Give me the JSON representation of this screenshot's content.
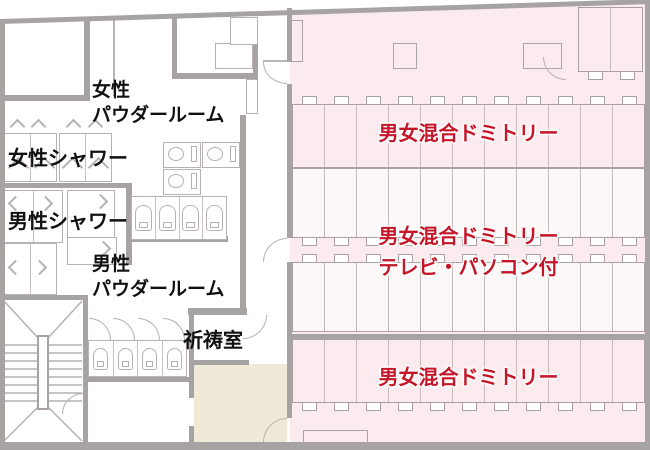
{
  "floor_plan": {
    "labels": {
      "womens_powder_room": "女性\nパウダールーム",
      "womens_shower": "女性シャワー",
      "mens_shower": "男性シャワー",
      "mens_powder_room": "男性\nパウダールーム",
      "prayer_room": "祈祷室",
      "dorm_top": "男女混合ドミトリー",
      "dorm_middle": "男女混合ドミトリー\nテレビ・パソコン付",
      "dorm_bottom": "男女混合ドミトリー"
    },
    "beds": {
      "row1": 11,
      "row2": 11,
      "row3": 11,
      "row4": 11,
      "corner_pair": 2
    },
    "fixtures": {
      "western_toilets": 3,
      "toilet_stalls_upper": 4,
      "toilet_stalls_lower": 4,
      "womens_shower_stalls": 4,
      "mens_shower_stalls": 6,
      "staircases": 1
    },
    "colors": {
      "wall": "#a8a3a3",
      "thin_line": "#b7b1b1",
      "dorm_pink": "#fcebee",
      "bed_white": "#fdf8f8",
      "hall_beige": "#f1e9d7",
      "label_red": "#c51528",
      "label_black": "#111111"
    }
  }
}
